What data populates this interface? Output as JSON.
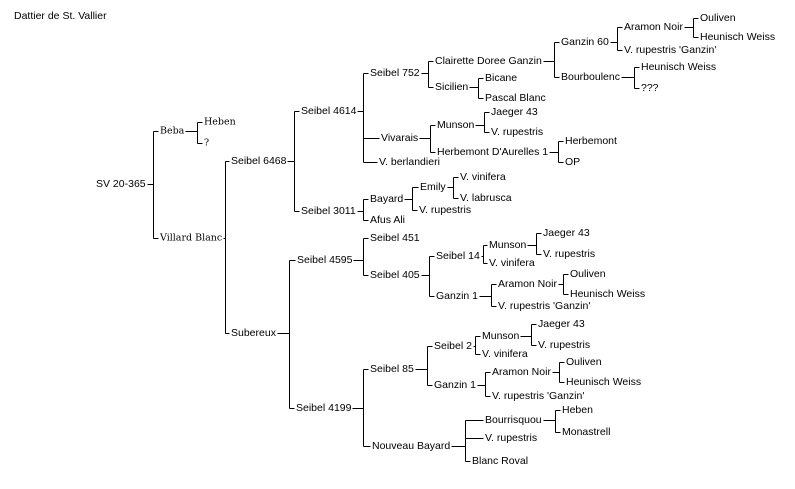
{
  "title": "Dattier de St. Vallier",
  "nodes": {
    "n1": "SV 20-365",
    "n2": "Beba",
    "n3": "Heben",
    "n4": "?",
    "n5": "Villard Blanc",
    "n6": "Seibel 6468",
    "n7": "Seibel 4614",
    "n8": "Seibel 752",
    "n9": "Clairette Doree Ganzin",
    "n10": "Ganzin 60",
    "n11": "Aramon Noir",
    "n12": "Ouliven",
    "n13": "Heunisch Weiss",
    "n14": "V. rupestris 'Ganzin'",
    "n15": "Bourboulenc",
    "n16": "Heunisch Weiss",
    "n17": "???",
    "n18": "Sicilien",
    "n19": "Bicane",
    "n20": "Pascal Blanc",
    "n21": "Vivarais",
    "n22": "Munson",
    "n23": "Jaeger 43",
    "n24": "V. rupestris",
    "n25": "Herbemont D'Aurelles 1",
    "n26": "Herbemont",
    "n27": "OP",
    "n28": "V. berlandieri",
    "n29": "Seibel 3011",
    "n30": "Bayard",
    "n31": "Emily",
    "n32": "V. vinifera",
    "n33": "V. labrusca",
    "n34": "V. rupestris",
    "n35": "Afus Ali",
    "n36": "Subereux",
    "n37": "Seibel 4595",
    "n38": "Seibel 451",
    "n39": "Seibel 405",
    "n40": "Seibel 14",
    "n41": "Munson",
    "n42": "Jaeger 43",
    "n43": "V. rupestris",
    "n44": "V. vinifera",
    "n45": "Ganzin 1",
    "n46": "Aramon Noir",
    "n47": "Ouliven",
    "n48": "Heunisch Weiss",
    "n49": "V. rupestris 'Ganzin'",
    "n50": "Seibel 4199",
    "n51": "Seibel 85",
    "n52": "Seibel 2",
    "n53": "Munson",
    "n54": "Jaeger 43",
    "n55": "V. rupestris",
    "n56": "V. vinifera",
    "n57": "Ganzin 1",
    "n58": "Aramon Noir",
    "n59": "Ouliven",
    "n60": "Heunisch Weiss",
    "n61": "V. rupestris 'Ganzin'",
    "n62": "Nouveau Bayard",
    "n63": "Bourrisquou",
    "n64": "Heben",
    "n65": "Monastrell",
    "n66": "V. rupestris",
    "n67": "Blanc Roval"
  }
}
